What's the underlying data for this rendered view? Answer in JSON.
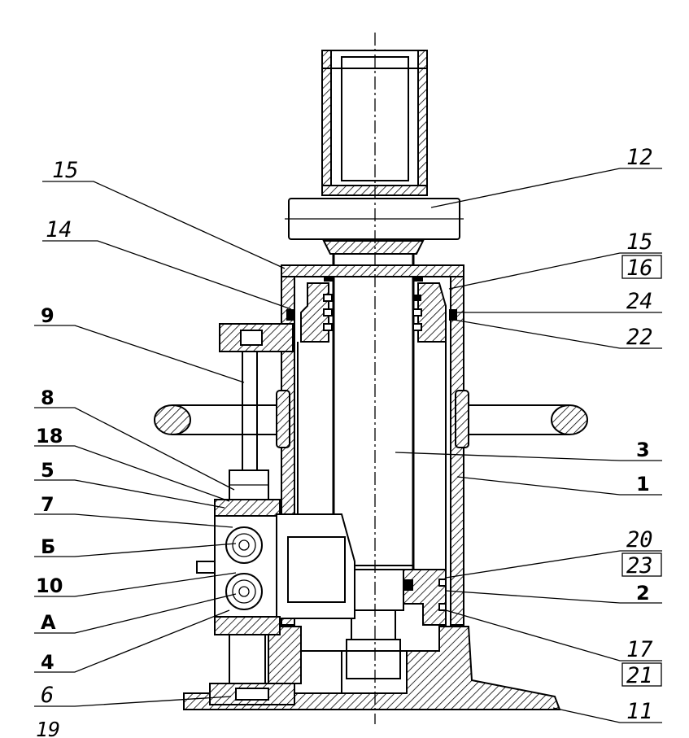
{
  "labels": {
    "l15a": "15",
    "l14": "14",
    "l9": "9",
    "l8": "8",
    "l18": "18",
    "l5": "5",
    "l7": "7",
    "lB": "Б",
    "l10": "10",
    "lA": "A",
    "l4": "4",
    "l6": "6",
    "l19": "19",
    "l12": "12",
    "l15b": "15",
    "l16": "16",
    "l24": "24",
    "l22": "22",
    "l3": "3",
    "l1": "1",
    "l20": "20",
    "l23": "23",
    "l2": "2",
    "l17": "17",
    "l21": "21",
    "l11": "11"
  },
  "colors": {
    "ink": "#000000",
    "paper": "#ffffff"
  }
}
